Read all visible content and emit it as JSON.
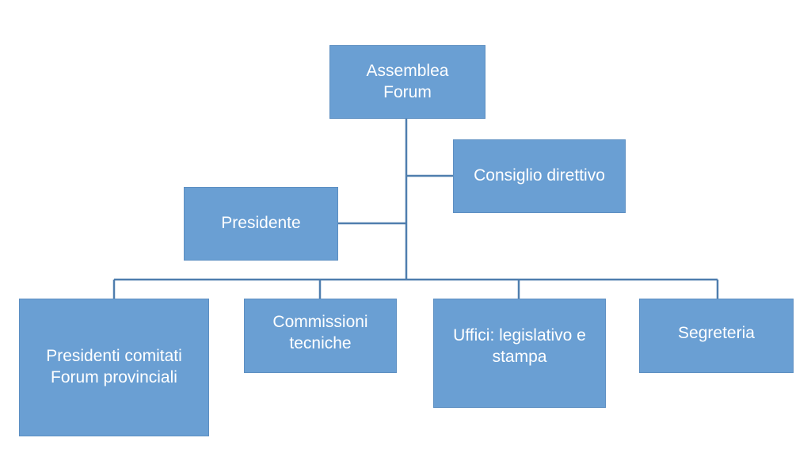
{
  "diagram": {
    "type": "org-chart",
    "colors": {
      "box_fill": "#6a9fd3",
      "box_text": "#ffffff",
      "connector": "#4f7eae",
      "background": "#ffffff"
    },
    "nodes": {
      "assemblea": {
        "label": "Assemblea\nForum"
      },
      "consiglio": {
        "label": "Consiglio direttivo"
      },
      "presidente": {
        "label": "Presidente"
      },
      "presidenti_comitati": {
        "label": "Presidenti comitati\nForum provinciali"
      },
      "commissioni": {
        "label": "Commissioni\ntecniche"
      },
      "uffici": {
        "label": "Uffici: legislativo e\nstampa"
      },
      "segreteria": {
        "label": "Segreteria"
      }
    },
    "edges": [
      {
        "from": "assemblea",
        "to": "consiglio"
      },
      {
        "from": "assemblea",
        "to": "presidente"
      },
      {
        "from": "assemblea",
        "to": "presidenti_comitati"
      },
      {
        "from": "assemblea",
        "to": "commissioni"
      },
      {
        "from": "assemblea",
        "to": "uffici"
      },
      {
        "from": "assemblea",
        "to": "segreteria"
      }
    ]
  }
}
